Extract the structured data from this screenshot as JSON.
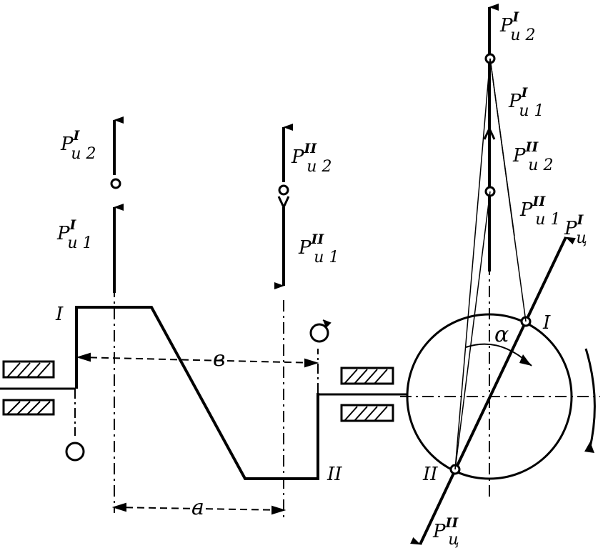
{
  "labels": {
    "pi2_left": {
      "main": "P",
      "sup": "I",
      "sub": "u 2"
    },
    "pi1_left": {
      "main": "P",
      "sup": "I",
      "sub": "u 1"
    },
    "pii2_mid": {
      "main": "P",
      "sup": "II",
      "sub": "u 2"
    },
    "pii1_mid": {
      "main": "P",
      "sup": "II",
      "sub": "u 1"
    },
    "pi2_right": {
      "main": "P",
      "sup": "I",
      "sub": "u 2"
    },
    "pi1_right": {
      "main": "P",
      "sup": "I",
      "sub": "u 1"
    },
    "pii2_right": {
      "main": "P",
      "sup": "II",
      "sub": "u 2"
    },
    "pii1_right": {
      "main": "P",
      "sup": "II",
      "sub": "u 1"
    },
    "pc1": {
      "main": "P",
      "sup": "I",
      "sub": "ц"
    },
    "pc2": {
      "main": "P",
      "sup": "II",
      "sub": "ц"
    }
  },
  "marks": {
    "crank_I_left": "I",
    "crank_II_left": "II",
    "crank_I_right": "I",
    "crank_II_right": "II",
    "dim_a": "a",
    "dim_b": "в",
    "angle_alpha": "α"
  }
}
